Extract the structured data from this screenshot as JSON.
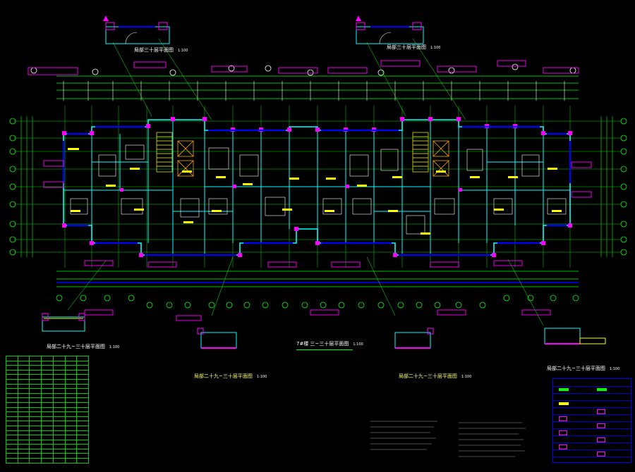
{
  "titles": {
    "top_left": "局部三十层平面图",
    "top_right": "局部三十层平面图",
    "center": "7#楼 三~三十层平面图",
    "left_lower": "局部二十九~三十层平面图",
    "bottom_left": "局部二十九~三十层平面图",
    "bottom_mid": "局部二十九~三十层平面图",
    "right": "局部二十九~三十层平面图"
  },
  "scale_label": "1:100",
  "colors": {
    "walls": "#00ffff",
    "grid": "#00ff00",
    "dims": "#ffffff",
    "tags": "#ff00ff",
    "rooms": "#ffff00",
    "accent_blue": "#0000ff",
    "background": "#000000"
  },
  "icons": [
    "north-arrow-icon",
    "grid-bubble-icon",
    "stair-icon",
    "elevator-icon"
  ]
}
